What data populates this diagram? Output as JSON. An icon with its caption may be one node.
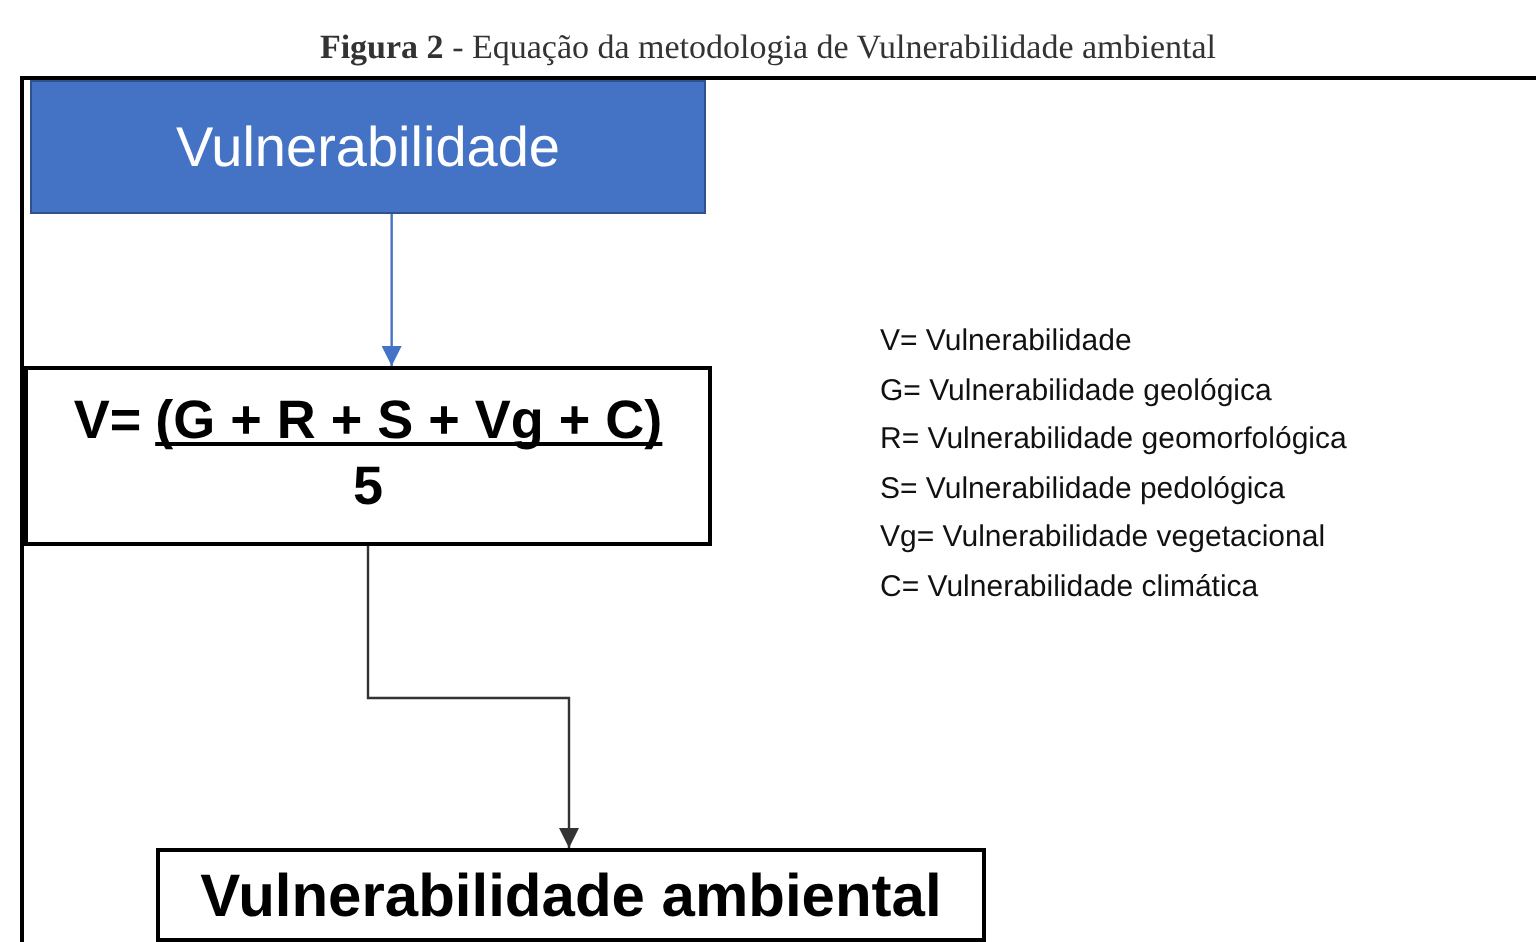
{
  "diagram": {
    "title": "**Figura 2** - Equação da metodologia de Vulnerabilidade ambiental",
    "nodes": [
      {
        "text": [
          "Vulnerabilidade"
        ]
      },
      {
        "text": [
          "V=",
          "(G + R + S + Vg + C)",
          "5"
        ]
      },
      {
        "text": [
          "Vulnerabilidade ambiental"
        ]
      }
    ],
    "edges": [
      {
        "from": 0,
        "to": 1,
        "arrow": "to",
        "color": "#4472c4"
      },
      {
        "from": 1,
        "to": 2,
        "arrow": "to",
        "color": "#333333"
      }
    ],
    "labels": [
      "V= Vulnerabilidade",
      "G= Vulnerabilidade geológica",
      "R= Vulnerabilidade geomorfológica",
      "S= Vulnerabilidade pedológica",
      "Vg= Vulnerabilidade vegetacional",
      "C= Vulnerabilidade climática"
    ]
  }
}
